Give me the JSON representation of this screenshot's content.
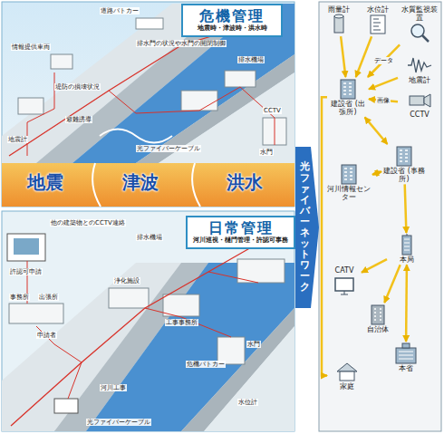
{
  "diagram": {
    "nodes": [
      {
        "text": [
          "危機管理",
          "地震時・津波時・洪水時"
        ]
      },
      {
        "text": [
          "日常管理",
          "河川巡視・樋門管理・許認可事務"
        ]
      },
      {
        "text": [
          "光ファイバーネットワーク"
        ]
      },
      {
        "text": [
          "雨量計"
        ]
      },
      {
        "text": [
          "水位計"
        ]
      },
      {
        "text": [
          "水質監視装置"
        ]
      },
      {
        "text": [
          "地震計"
        ]
      },
      {
        "text": [
          "CCTV"
        ]
      },
      {
        "text": [
          "建設省 (出張所)"
        ]
      },
      {
        "text": [
          "河川情報センター"
        ]
      },
      {
        "text": [
          "建設省 (事務所)"
        ]
      },
      {
        "text": [
          "本局"
        ]
      },
      {
        "text": [
          "CATV"
        ]
      },
      {
        "text": [
          "自治体"
        ]
      },
      {
        "text": [
          "家庭"
        ]
      },
      {
        "text": [
          "本省"
        ]
      }
    ],
    "edges": [
      {
        "from": 3,
        "to": 8,
        "arrow": "to"
      },
      {
        "from": 4,
        "to": 8,
        "arrow": "to"
      },
      {
        "from": 5,
        "to": 8,
        "label": "データ",
        "arrow": "to"
      },
      {
        "from": 6,
        "to": 8,
        "arrow": "to"
      },
      {
        "from": 7,
        "to": 8,
        "label": "画像",
        "arrow": "to"
      },
      {
        "from": 8,
        "to": 10,
        "arrow": "both"
      },
      {
        "from": 9,
        "to": 10,
        "arrow": "both"
      },
      {
        "from": 10,
        "to": 11,
        "arrow": "to"
      },
      {
        "from": 11,
        "to": 12,
        "arrow": "to"
      },
      {
        "from": 11,
        "to": 13,
        "arrow": "to"
      },
      {
        "from": 11,
        "to": 15,
        "arrow": "both"
      },
      {
        "from": 8,
        "to": 14,
        "arrow": "to"
      }
    ],
    "labels": [
      "地震",
      "津波",
      "洪水",
      "道路パトカー",
      "CCTV",
      "排水機場",
      "排水門の状況や水門の開閉制御",
      "堤防の損壊状況",
      "情報提供車両",
      "地震計",
      "光ファイバーケーブル",
      "水門",
      "避難誘導",
      "他の建築物とのCCTV連絡",
      "排水機場",
      "許認可申請",
      "事務所",
      "出張所",
      "申請者",
      "河川工事",
      "光ファイバーケーブル",
      "浄化施設",
      "工事事務所",
      "危機パトカー",
      "水門",
      "水位計"
    ]
  }
}
